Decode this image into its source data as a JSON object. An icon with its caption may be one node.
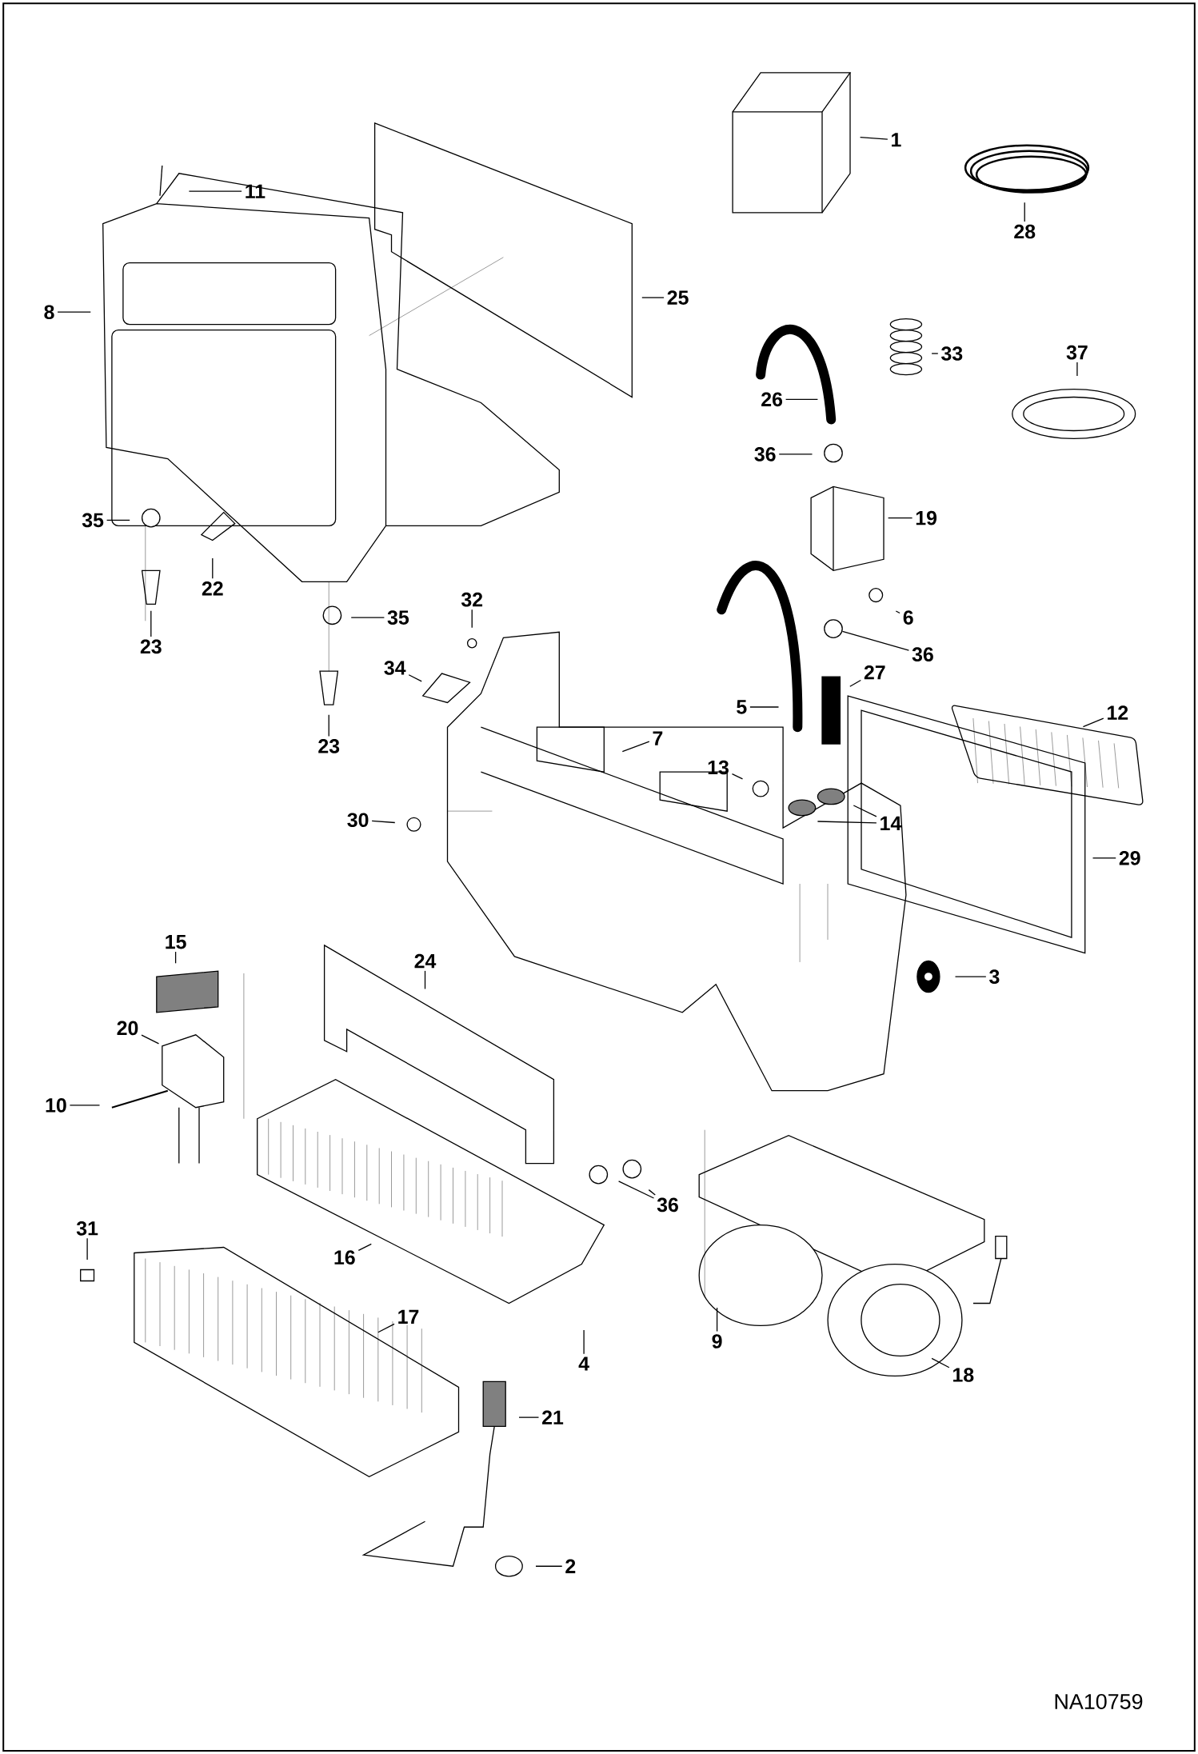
{
  "diagram": {
    "nodes": [
      {
        "text": [
          "1"
        ]
      },
      {
        "text": [
          "11"
        ]
      },
      {
        "text": [
          "28"
        ]
      },
      {
        "text": [
          "8"
        ]
      },
      {
        "text": [
          "25"
        ]
      },
      {
        "text": [
          "37"
        ]
      },
      {
        "text": [
          "33"
        ]
      },
      {
        "text": [
          "26"
        ]
      },
      {
        "text": [
          "36"
        ]
      },
      {
        "text": [
          "35"
        ]
      },
      {
        "text": [
          "19"
        ]
      },
      {
        "text": [
          "22"
        ]
      },
      {
        "text": [
          "32"
        ]
      },
      {
        "text": [
          "35"
        ]
      },
      {
        "text": [
          "6"
        ]
      },
      {
        "text": [
          "23"
        ]
      },
      {
        "text": [
          "36"
        ]
      },
      {
        "text": [
          "34"
        ]
      },
      {
        "text": [
          "27"
        ]
      },
      {
        "text": [
          "5"
        ]
      },
      {
        "text": [
          "12"
        ]
      },
      {
        "text": [
          "7"
        ]
      },
      {
        "text": [
          "23"
        ]
      },
      {
        "text": [
          "13"
        ]
      },
      {
        "text": [
          "30"
        ]
      },
      {
        "text": [
          "14"
        ]
      },
      {
        "text": [
          "29"
        ]
      },
      {
        "text": [
          "15"
        ]
      },
      {
        "text": [
          "3"
        ]
      },
      {
        "text": [
          "24"
        ]
      },
      {
        "text": [
          "20"
        ]
      },
      {
        "text": [
          "10"
        ]
      },
      {
        "text": [
          "36"
        ]
      },
      {
        "text": [
          "31"
        ]
      },
      {
        "text": [
          "16"
        ]
      },
      {
        "text": [
          "9"
        ]
      },
      {
        "text": [
          "17"
        ]
      },
      {
        "text": [
          "4"
        ]
      },
      {
        "text": [
          "18"
        ]
      },
      {
        "text": [
          "21"
        ]
      },
      {
        "text": [
          "2"
        ]
      },
      {
        "text": [],
        "shape": "circle"
      }
    ],
    "edges": [
      {
        "from": 0,
        "to": null,
        "arrow": "none"
      },
      {
        "from": 1,
        "to": null,
        "arrow": "none"
      },
      {
        "from": 2,
        "to": null,
        "arrow": "none"
      },
      {
        "from": 3,
        "to": null,
        "arrow": "none"
      },
      {
        "from": 4,
        "to": null,
        "arrow": "none"
      },
      {
        "from": 5,
        "to": null,
        "arrow": "none"
      },
      {
        "from": 6,
        "to": null,
        "arrow": "none"
      },
      {
        "from": 7,
        "to": null,
        "arrow": "none"
      },
      {
        "from": 8,
        "to": null,
        "arrow": "none"
      },
      {
        "from": 9,
        "to": null,
        "arrow": "none"
      },
      {
        "from": 10,
        "to": null,
        "arrow": "none"
      },
      {
        "from": 11,
        "to": null,
        "arrow": "none"
      },
      {
        "from": 12,
        "to": null,
        "arrow": "none"
      },
      {
        "from": 13,
        "to": null,
        "arrow": "none"
      },
      {
        "from": 14,
        "to": null,
        "arrow": "none"
      },
      {
        "from": 15,
        "to": null,
        "arrow": "none"
      },
      {
        "from": 16,
        "to": 41,
        "arrow": "none"
      },
      {
        "from": 17,
        "to": null,
        "arrow": "none"
      },
      {
        "from": 18,
        "to": null,
        "arrow": "none"
      },
      {
        "from": 19,
        "to": null,
        "arrow": "none"
      },
      {
        "from": 20,
        "to": null,
        "arrow": "none"
      },
      {
        "from": 21,
        "to": null,
        "arrow": "none"
      },
      {
        "from": 22,
        "to": null,
        "arrow": "none"
      },
      {
        "from": 23,
        "to": null,
        "arrow": "none"
      },
      {
        "from": 24,
        "to": null,
        "arrow": "none"
      },
      {
        "from": 25,
        "to": null,
        "arrow": "none"
      },
      {
        "from": 25,
        "to": null,
        "arrow": "none"
      },
      {
        "from": 26,
        "to": null,
        "arrow": "none"
      },
      {
        "from": 27,
        "to": null,
        "arrow": "none"
      },
      {
        "from": 28,
        "to": null,
        "arrow": "none"
      },
      {
        "from": 29,
        "to": null,
        "arrow": "none"
      },
      {
        "from": 30,
        "to": null,
        "arrow": "none"
      },
      {
        "from": 31,
        "to": null,
        "arrow": "none"
      },
      {
        "from": 32,
        "to": null,
        "arrow": "none"
      },
      {
        "from": 32,
        "to": null,
        "arrow": "none"
      },
      {
        "from": 33,
        "to": null,
        "arrow": "none"
      },
      {
        "from": 34,
        "to": null,
        "arrow": "none"
      },
      {
        "from": 35,
        "to": null,
        "arrow": "none"
      },
      {
        "from": 36,
        "to": null,
        "arrow": "none"
      },
      {
        "from": 37,
        "to": null,
        "arrow": "none"
      },
      {
        "from": 38,
        "to": null,
        "arrow": "none"
      },
      {
        "from": 39,
        "to": null,
        "arrow": "none"
      },
      {
        "from": 40,
        "to": null,
        "arrow": "none"
      }
    ],
    "labels": [
      "NA10759"
    ]
  }
}
